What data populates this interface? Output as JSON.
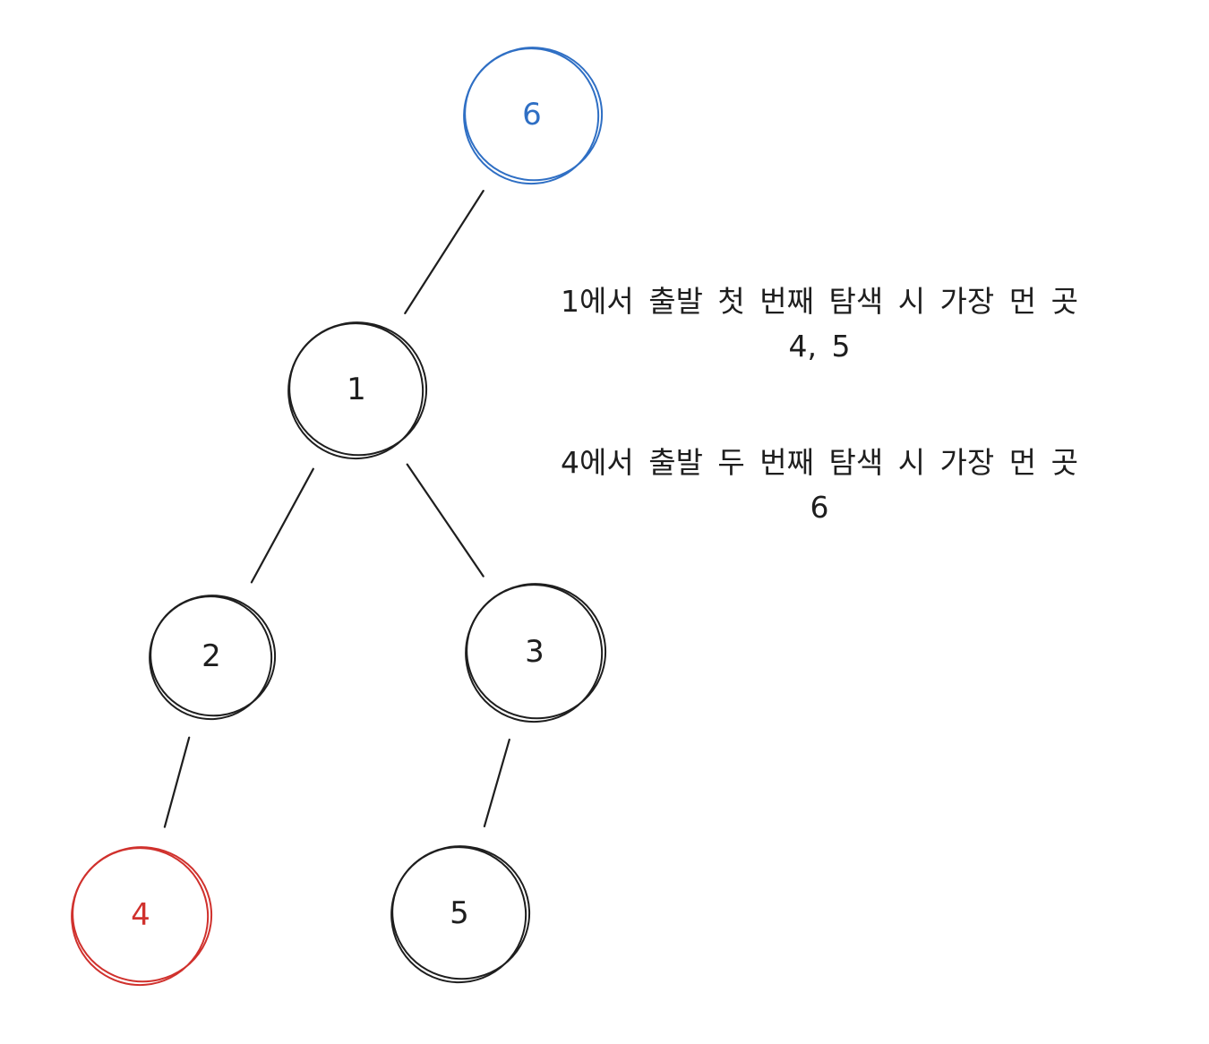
{
  "colors": {
    "ink": "#1e1e1e",
    "start_node": "#2f6fc4",
    "farthest_node": "#d0312d"
  },
  "tree": {
    "nodes": [
      {
        "id": "n6",
        "label": "6",
        "color": "#2f6fc4"
      },
      {
        "id": "n1",
        "label": "1",
        "color": "#1e1e1e"
      },
      {
        "id": "n2",
        "label": "2",
        "color": "#1e1e1e"
      },
      {
        "id": "n3",
        "label": "3",
        "color": "#1e1e1e"
      },
      {
        "id": "n4",
        "label": "4",
        "color": "#d0312d"
      },
      {
        "id": "n5",
        "label": "5",
        "color": "#1e1e1e"
      }
    ],
    "edges": [
      {
        "from": "n6",
        "to": "n1"
      },
      {
        "from": "n1",
        "to": "n2"
      },
      {
        "from": "n1",
        "to": "n3"
      },
      {
        "from": "n2",
        "to": "n4"
      },
      {
        "from": "n3",
        "to": "n5"
      }
    ]
  },
  "notes": {
    "first_search": {
      "title": "1에서 출발 첫 번째 탐색 시 가장 먼 곳",
      "result": "4, 5"
    },
    "second_search": {
      "title": "4에서 출발 두 번째 탐색 시 가장 먼 곳",
      "result": "6"
    }
  }
}
